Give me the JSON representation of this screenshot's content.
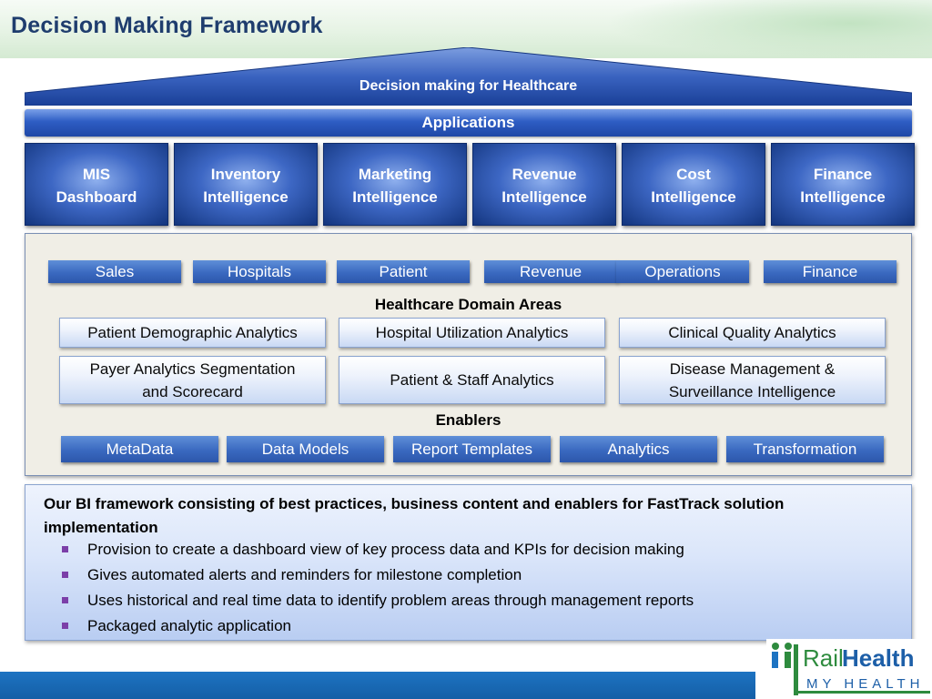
{
  "page_title": "Decision Making Framework",
  "roof_label": "Decision making for Healthcare",
  "applications_label": "Applications",
  "pillars": [
    {
      "line1": "MIS",
      "line2": "Dashboard"
    },
    {
      "line1": "Inventory",
      "line2": "Intelligence"
    },
    {
      "line1": "Marketing",
      "line2": "Intelligence"
    },
    {
      "line1": "Revenue",
      "line2": "Intelligence"
    },
    {
      "line1": "Cost",
      "line2": "Intelligence"
    },
    {
      "line1": "Finance",
      "line2": "Intelligence"
    }
  ],
  "domains": [
    "Sales",
    "Hospitals",
    "Patient",
    "Revenue",
    "Operations",
    "Finance"
  ],
  "domain_areas_label": "Healthcare Domain Areas",
  "analytics": [
    {
      "text": "Patient Demographic Analytics"
    },
    {
      "text": "Hospital Utilization Analytics"
    },
    {
      "text": "Clinical Quality Analytics"
    },
    {
      "line1": "Payer Analytics Segmentation",
      "line2": "and Scorecard"
    },
    {
      "text": "Patient & Staff Analytics"
    },
    {
      "line1": "Disease Management &",
      "line2": "Surveillance Intelligence"
    }
  ],
  "enablers_label": "Enablers",
  "enablers": [
    "MetaData",
    "Data Models",
    "Report Templates",
    "Analytics",
    "Transformation"
  ],
  "summary": {
    "heading": "Our BI framework consisting of best practices, business content and enablers for FastTrack solution implementation",
    "bullets": [
      "Provision to create a dashboard view of key process data and KPIs for decision making",
      "Gives automated alerts and reminders for milestone completion",
      "Uses historical and real time data to identify problem areas through management reports",
      "Packaged analytic application"
    ]
  },
  "logo": {
    "brand_part1": "Rail",
    "brand_part2": "Health",
    "tagline": "MY HEALTH"
  },
  "colors": {
    "title": "#1f3d6e",
    "accent_blue": "#2e5dc4",
    "bullet": "#7b3fa8",
    "footer": "#1d73c2",
    "logo_green": "#2e8b3e"
  }
}
